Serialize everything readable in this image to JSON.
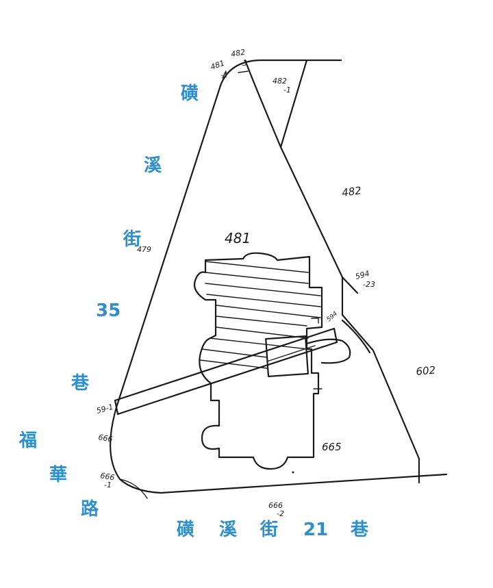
{
  "street_labels": {
    "west_street": [
      "磺",
      "溪",
      "街",
      "35",
      "巷"
    ],
    "fuhua_road": [
      "福",
      "華",
      "路"
    ],
    "south_street": [
      "磺",
      "溪",
      "街",
      "21",
      "巷"
    ]
  },
  "lot_numbers": {
    "lot_481_1": "481",
    "lot_481_1_suffix": "-1",
    "lot_482_3": "482",
    "lot_482_3_suffix": "-3",
    "lot_482_1": "482",
    "lot_482_1_suffix": "-1",
    "lot_482": "482",
    "lot_481": "481",
    "lot_479": "479",
    "lot_594_23": "594",
    "lot_594_23_suffix": "-23",
    "lot_594_small": "594",
    "lot_602": "602",
    "lot_665": "665",
    "lot_666": "666",
    "lot_666_1": "666",
    "lot_666_1_suffix": "-1",
    "lot_666_2": "666",
    "lot_666_2_suffix": "-2",
    "lot_59_1": "59-1"
  },
  "colors": {
    "street_label": "#2e8fc9",
    "ink": "#1a1a1a"
  }
}
